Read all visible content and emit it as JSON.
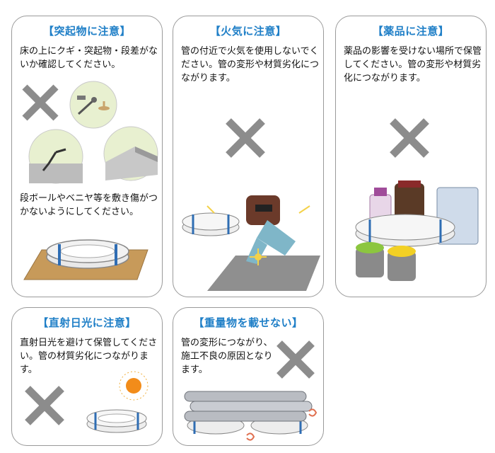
{
  "cards": [
    {
      "title": "【突起物に注意】",
      "text1": "床の上にクギ・突起物・段差がないか確認してください。",
      "text2": "段ボールやベニヤ等を敷き傷がつかないようにしてください。"
    },
    {
      "title": "【火気に注意】",
      "text1": "管の付近で火気を使用しないでください。管の変形や材質劣化につながります。"
    },
    {
      "title": "【薬品に注意】",
      "text1": "薬品の影響を受けない場所で保管してください。管の変形や材質劣化につながります。"
    },
    {
      "title": "【直射日光に注意】",
      "text1": "直射日光を避けて保管してください。管の材質劣化につながります。"
    },
    {
      "title": "【重量物を載せない】",
      "text1": "管の変形につながり、施工不良の原因となります。"
    }
  ],
  "colors": {
    "title": "#1f7fc7",
    "cross": "#8c8c8c",
    "border": "#9a9a9a",
    "pipe_band": "#2f6db3"
  }
}
